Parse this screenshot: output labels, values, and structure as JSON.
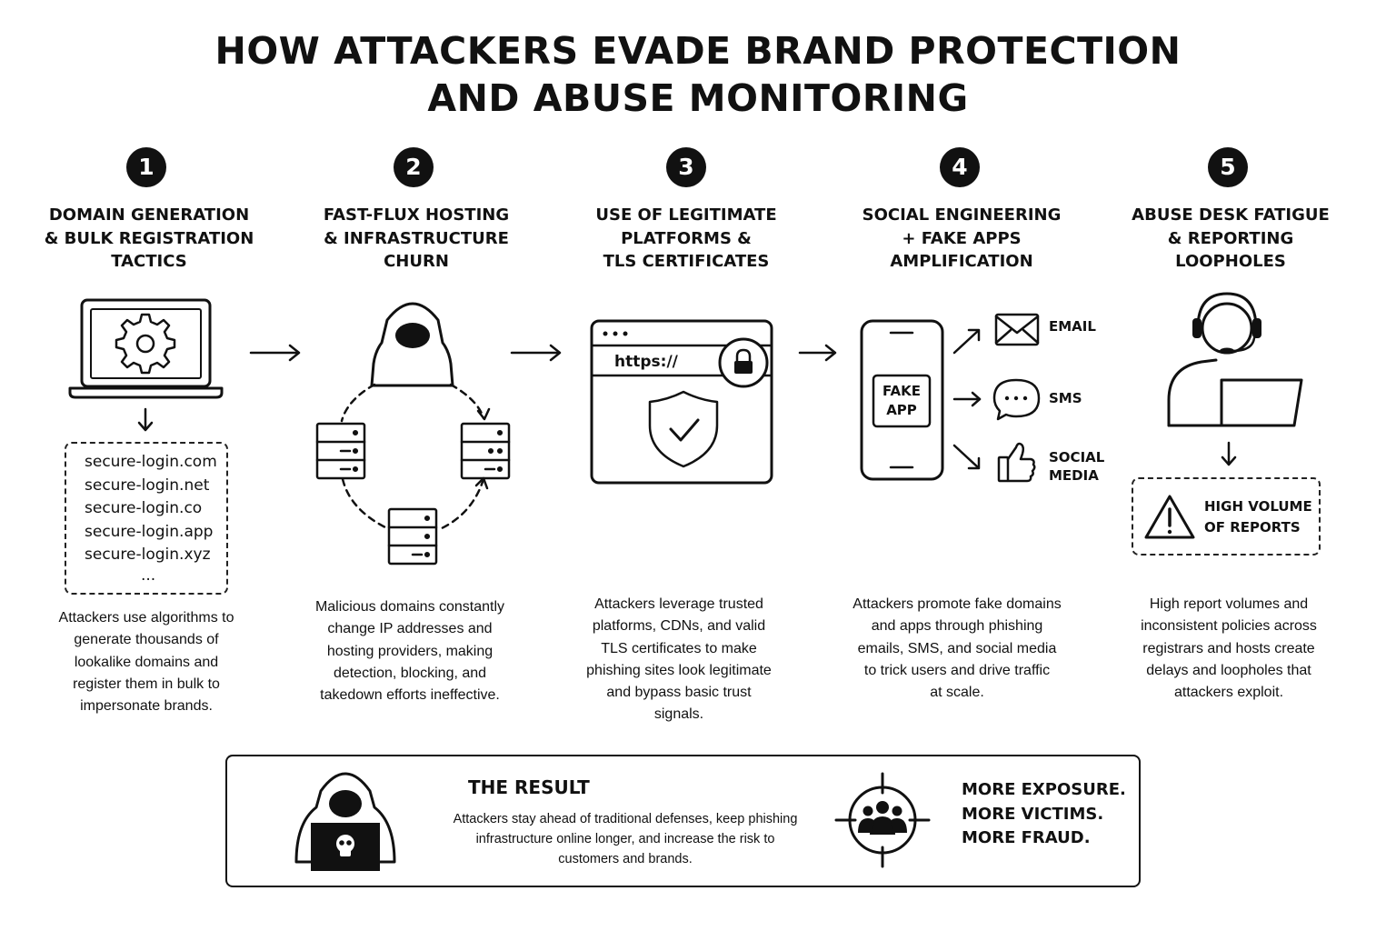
{
  "title": {
    "line1": "HOW ATTACKERS EVADE BRAND PROTECTION",
    "line2": "AND ABUSE MONITORING"
  },
  "steps": [
    {
      "number": "1",
      "title_lines": [
        "DOMAIN GENERATION",
        "& BULK REGISTRATION",
        "TACTICS"
      ],
      "domains": [
        "secure-login.com",
        "secure-login.net",
        "secure-login.co",
        "secure-login.app",
        "secure-login.xyz"
      ],
      "domains_more": "...",
      "desc_lines": [
        "Attackers use algorithms to",
        "generate thousands of",
        "lookalike domains and",
        "register them in bulk to",
        "impersonate brands."
      ],
      "icon": "laptop-gear-icon"
    },
    {
      "number": "2",
      "title_lines": [
        "FAST-FLUX HOSTING",
        "& INFRASTRUCTURE",
        "CHURN"
      ],
      "desc_lines": [
        "Malicious domains constantly",
        "change IP addresses and",
        "hosting providers, making",
        "detection, blocking, and",
        "takedown efforts ineffective."
      ],
      "icon": "hooded-attacker-servers-icon"
    },
    {
      "number": "3",
      "title_lines": [
        "USE OF LEGITIMATE",
        "PLATFORMS &",
        "TLS CERTIFICATES"
      ],
      "url_text": "https://",
      "desc_lines": [
        "Attackers leverage trusted",
        "platforms, CDNs, and valid",
        "TLS certificates to make",
        "phishing sites look legitimate",
        "and bypass basic trust",
        "signals."
      ],
      "icon": "browser-lock-shield-icon"
    },
    {
      "number": "4",
      "title_lines": [
        "SOCIAL ENGINEERING",
        "+ FAKE APPS",
        "AMPLIFICATION"
      ],
      "fake_app_lines": [
        "FAKE",
        "APP"
      ],
      "channels": {
        "email": "EMAIL",
        "sms": "SMS",
        "social_lines": [
          "SOCIAL",
          "MEDIA"
        ]
      },
      "desc_lines": [
        "Attackers promote fake domains",
        "and apps through phishing",
        "emails, SMS, and social media",
        "to trick users and drive traffic",
        "at scale."
      ],
      "icon": "phone-channels-icon"
    },
    {
      "number": "5",
      "title_lines": [
        "ABUSE DESK FATIGUE",
        "& REPORTING",
        "LOOPHOLES"
      ],
      "alert_lines": [
        "HIGH VOLUME",
        "OF REPORTS"
      ],
      "desc_lines": [
        "High report volumes and",
        "inconsistent policies across",
        "registrars and hosts create",
        "delays and loopholes that",
        "attackers exploit."
      ],
      "icon": "support-agent-icon"
    }
  ],
  "result": {
    "title": "THE RESULT",
    "desc_lines": [
      "Attackers stay ahead of traditional defenses, keep phishing",
      "infrastructure online longer, and increase the risk to",
      "customers and brands."
    ],
    "outcome_lines": [
      "MORE EXPOSURE.",
      "MORE VICTIMS.",
      "MORE FRAUD."
    ]
  },
  "colors": {
    "ink": "#111111",
    "background": "#ffffff"
  }
}
